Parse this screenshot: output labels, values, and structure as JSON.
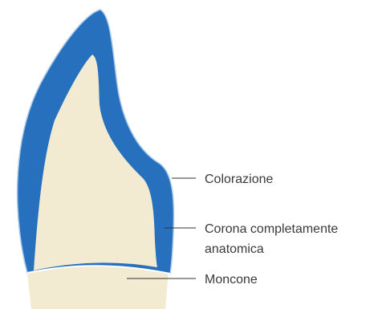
{
  "labels": {
    "coloring": "Colorazione",
    "crown_line1": "Corona completamente",
    "crown_line2": "anatomica",
    "abutment": "Moncone"
  },
  "colors": {
    "crown": "#2670bd",
    "crown_outline": "#a9c8ec",
    "abutment": "#f3ead2",
    "leader_line": "#333333",
    "text": "#3a3a3a"
  }
}
